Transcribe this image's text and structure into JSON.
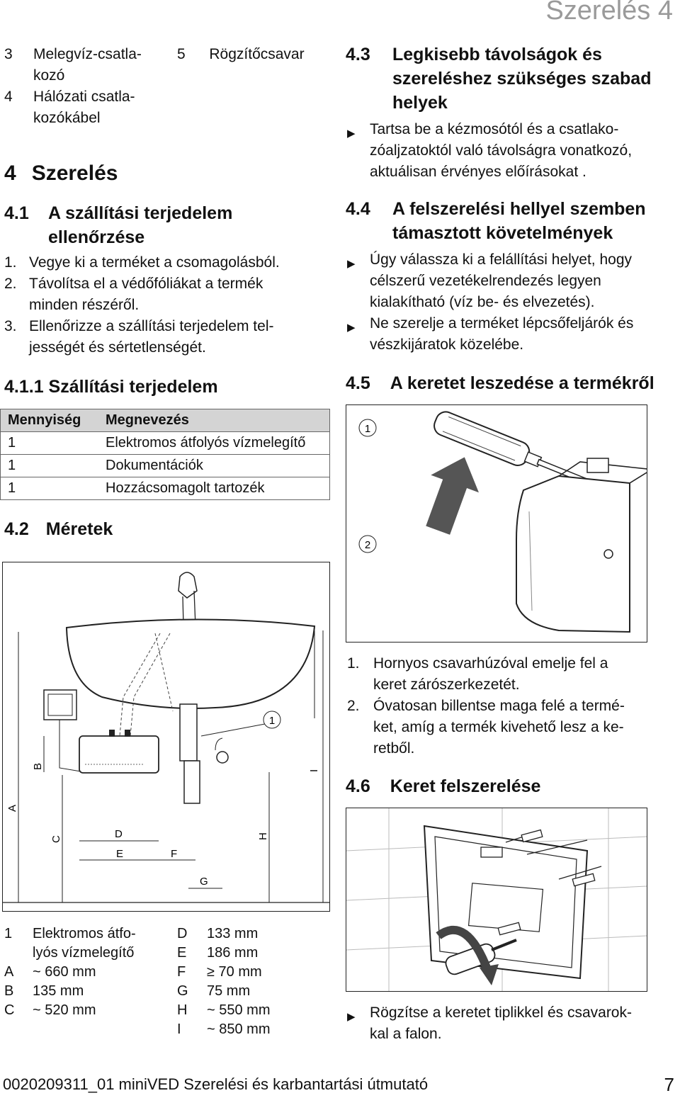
{
  "header": {
    "section": "Szerelés 4"
  },
  "legend_top": [
    {
      "n": "3",
      "lines": [
        "Melegvíz-csatla-",
        "kozó"
      ]
    },
    {
      "n": "4",
      "lines": [
        "Hálózati csatla-",
        "kozókábel"
      ]
    },
    {
      "n": "5",
      "lines": [
        "Rögzítőcsavar"
      ]
    }
  ],
  "section4": {
    "num": "4",
    "title": "Szerelés"
  },
  "s41": {
    "num": "4.1",
    "title_lines": [
      "A szállítási terjedelem",
      "ellenőrzése"
    ],
    "steps": [
      {
        "n": "1.",
        "lines": [
          "Vegye ki a terméket a csomagolásból."
        ]
      },
      {
        "n": "2.",
        "lines": [
          "Távolítsa el a védőfóliákat a termék",
          "minden részéről."
        ]
      },
      {
        "n": "3.",
        "lines": [
          "Ellenőrizze a szállítási terjedelem tel-",
          "jességét és sértetlenségét."
        ]
      }
    ]
  },
  "s411": {
    "title": "4.1.1 Szállítási terjedelem",
    "headers": [
      "Mennyiség",
      "Megnevezés"
    ],
    "rows": [
      [
        "1",
        "Elektromos átfolyós vízmelegítő"
      ],
      [
        "1",
        "Dokumentációk"
      ],
      [
        "1",
        "Hozzácsomagolt tartozék"
      ]
    ]
  },
  "s42": {
    "num": "4.2",
    "title": "Méretek",
    "fig_labels": {
      "A": "A",
      "B": "B",
      "C": "C",
      "D": "D",
      "E": "E",
      "F": "F",
      "G": "G",
      "H": "H",
      "I": "I",
      "one": "1"
    },
    "dims_left": [
      {
        "k": "1",
        "v1": "Elektromos átfo-",
        "v2": "lyós vízmelegítő"
      },
      {
        "k": "A",
        "v1": "~ 660 mm"
      },
      {
        "k": "B",
        "v1": "135 mm"
      },
      {
        "k": "C",
        "v1": "~ 520 mm"
      }
    ],
    "dims_right": [
      {
        "k": "D",
        "v": "133 mm"
      },
      {
        "k": "E",
        "v": "186 mm"
      },
      {
        "k": "F",
        "v": "≥ 70 mm"
      },
      {
        "k": "G",
        "v": "75 mm"
      },
      {
        "k": "H",
        "v": "~ 550 mm"
      },
      {
        "k": "I",
        "v": "~ 850 mm"
      }
    ]
  },
  "s43": {
    "num": "4.3",
    "title_lines": [
      "Legkisebb távolságok és",
      "szereléshez szükséges szabad",
      "helyek"
    ],
    "bullets": [
      [
        "Tartsa be a kézmosótól és a csatlako-",
        "zóaljzatoktól való távolságra vonatkozó,",
        "aktuálisan érvényes előírásokat ."
      ]
    ]
  },
  "s44": {
    "num": "4.4",
    "title_lines": [
      "A felszerelési hellyel szemben",
      "támasztott követelmények"
    ],
    "bullets": [
      [
        "Úgy válassza ki a felállítási helyet, hogy",
        "célszerű vezetékelrendezés legyen",
        "kialakítható (víz be- és elvezetés)."
      ],
      [
        "Ne szerelje a terméket lépcsőfeljárók és",
        "vészkijáratok közelébe."
      ]
    ]
  },
  "s45": {
    "num": "4.5",
    "title": "A keretet leszedése a termékről",
    "fig_labels": {
      "one": "1",
      "two": "2"
    },
    "steps": [
      {
        "n": "1.",
        "lines": [
          "Hornyos csavarhúzóval emelje fel a",
          "keret zárószerkezetét."
        ]
      },
      {
        "n": "2.",
        "lines": [
          "Óvatosan billentse maga felé a termé-",
          "ket, amíg a termék kivehető lesz a ke-",
          "retből."
        ]
      }
    ]
  },
  "s46": {
    "num": "4.6",
    "title": "Keret felszerelése",
    "bullets": [
      [
        "Rögzítse a keretet tiplikkel és csavarok-",
        "kal a falon."
      ]
    ]
  },
  "footer": {
    "doc": "0020209311_01 miniVED Szerelési és karbantartási útmutató",
    "page": "7"
  }
}
